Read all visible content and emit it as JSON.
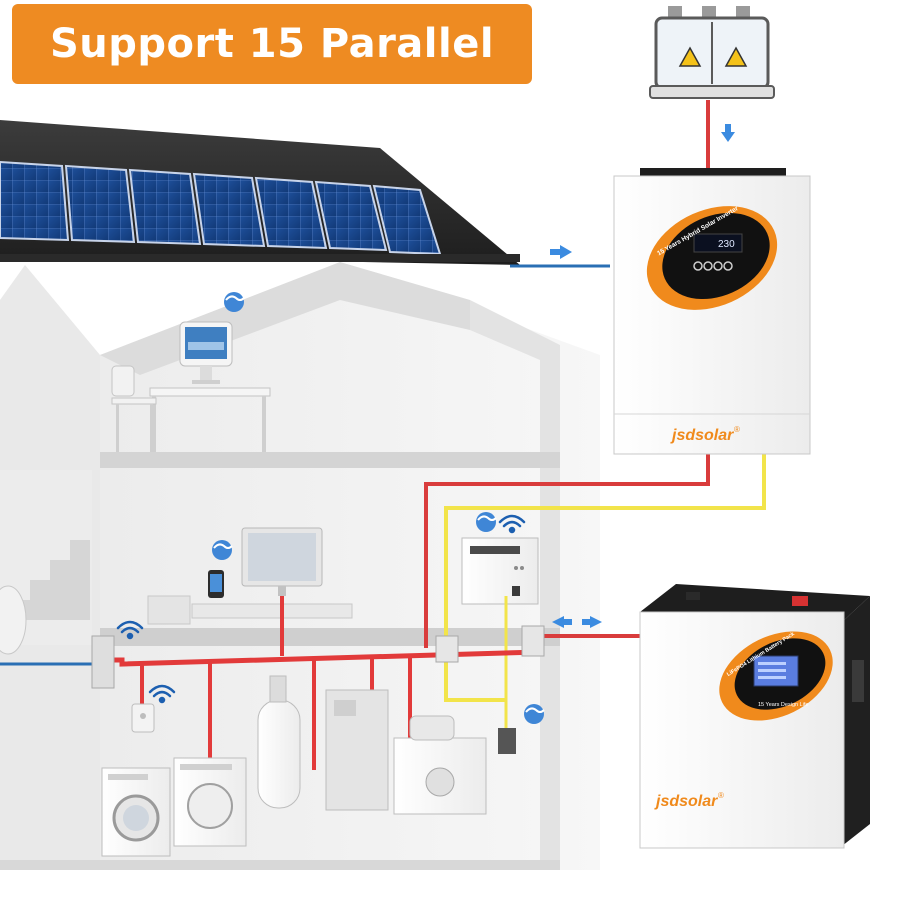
{
  "banner": {
    "text": "Support 15 Parallel"
  },
  "inverter": {
    "model_label": "15 Years Hybrid Solar Inverter",
    "brand": "jsdsolar",
    "display_readout": "230"
  },
  "battery": {
    "model_label": "LiFePO4 Lithium Battery Pack",
    "design_life": "15 Years Design Life",
    "brand": "jsdsolar"
  },
  "colors": {
    "banner": "#ee8b22",
    "ac_line": "#d93c3c",
    "dc_line": "#f2e44a",
    "pv_line": "#2a6fb4",
    "arrow": "#3b8be0",
    "accent": "#f08a1c"
  },
  "icons": [
    "globe-icon",
    "wifi-icon",
    "arrow-right-icon",
    "arrow-down-icon",
    "arrow-left-icon"
  ]
}
